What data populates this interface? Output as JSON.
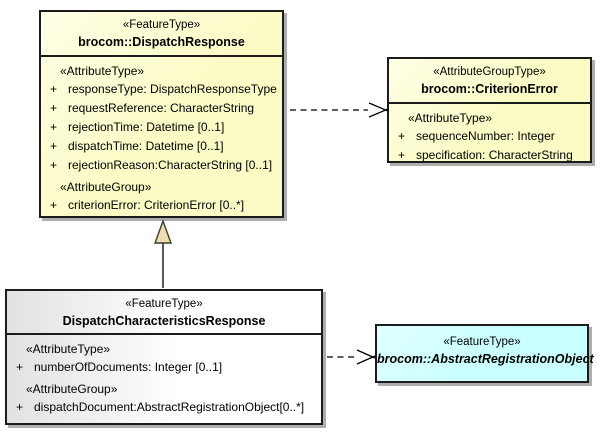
{
  "colors": {
    "canvas_bg": "#ffffff",
    "feature_yellow": "#fbfbc6",
    "feature_yellow_light": "#ffffe6",
    "plain_gray": "#e2e2e2",
    "plain_white": "#ffffff",
    "cyan": "#caffff",
    "cyan_light": "#e2ffff",
    "border": "#1c1c1c",
    "shadow": "#adadad",
    "generalization_fill": "#f0dcb2",
    "connector": "#000000"
  },
  "classes": [
    {
      "stereotype": "«FeatureType»",
      "name": "brocom::DispatchResponse",
      "sections": [
        {
          "label": "«AttributeType»",
          "rows": [
            {
              "vis": "+",
              "text": "responseType: DispatchResponseType"
            },
            {
              "vis": "+",
              "text": "requestReference: CharacterString"
            },
            {
              "vis": "+",
              "text": "rejectionTime: Datetime [0..1]"
            },
            {
              "vis": "+",
              "text": "dispatchTime: Datetime [0..1]"
            },
            {
              "vis": "+",
              "text": "rejectionReason:CharacterString [0..1]"
            }
          ]
        },
        {
          "label": "«AttributeGroup»",
          "rows": [
            {
              "vis": "+",
              "text": "criterionError: CriterionError [0..*]"
            }
          ]
        }
      ]
    },
    {
      "stereotype": "«AttributeGroupType»",
      "name": "brocom::CriterionError",
      "sections": [
        {
          "label": "«AttributeType»",
          "rows": [
            {
              "vis": "+",
              "text": "sequenceNumber: Integer"
            },
            {
              "vis": "+",
              "text": "specification: CharacterString"
            }
          ]
        }
      ]
    },
    {
      "stereotype": "«FeatureType»",
      "name": "DispatchCharacteristicsResponse",
      "sections": [
        {
          "label": "«AttributeType»",
          "rows": [
            {
              "vis": "+",
              "text": "numberOfDocuments: Integer [0..1]"
            }
          ]
        },
        {
          "label": "«AttributeGroup»",
          "rows": [
            {
              "vis": "+",
              "text": "dispatchDocument:AbstractRegistrationObject[0..*]"
            }
          ]
        }
      ]
    },
    {
      "stereotype": "«FeatureType»",
      "name": "brocom::AbstractRegistrationObject"
    }
  ],
  "connectors": [
    {
      "type": "dependency",
      "from": "brocom::DispatchResponse",
      "to": "brocom::CriterionError",
      "style": "dashed-open-arrow"
    },
    {
      "type": "generalization",
      "from": "DispatchCharacteristicsResponse",
      "to": "brocom::DispatchResponse",
      "style": "solid-filled-triangle"
    },
    {
      "type": "dependency",
      "from": "DispatchCharacteristicsResponse",
      "to": "brocom::AbstractRegistrationObject",
      "style": "dashed-open-arrow"
    }
  ]
}
